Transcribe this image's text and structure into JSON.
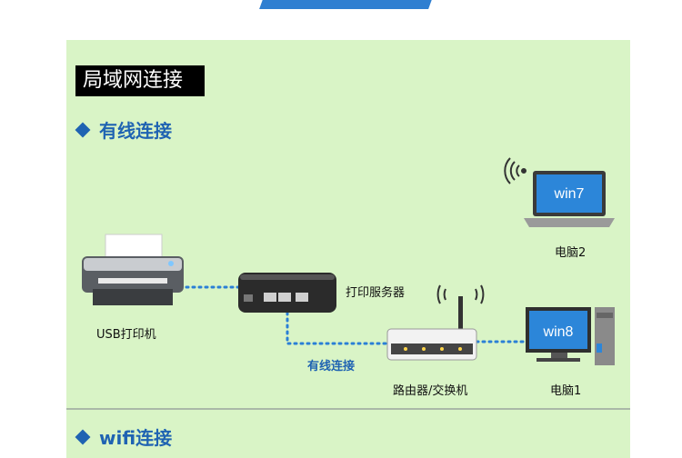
{
  "title": "局域网连接",
  "sections": {
    "wired": "有线连接",
    "wifi": "wifi连接"
  },
  "devices": {
    "printer": "USB打印机",
    "print_server": "打印服务器",
    "router": "路由器/交换机",
    "pc1": "电脑1",
    "pc2": "电脑2",
    "pc1_os": "win8",
    "pc2_os": "win7"
  },
  "links": {
    "wired_label": "有线连接"
  },
  "colors": {
    "panel_bg": "#d9f4c6",
    "accent": "#1f63b2",
    "link_dots": "#2a7fd6"
  }
}
